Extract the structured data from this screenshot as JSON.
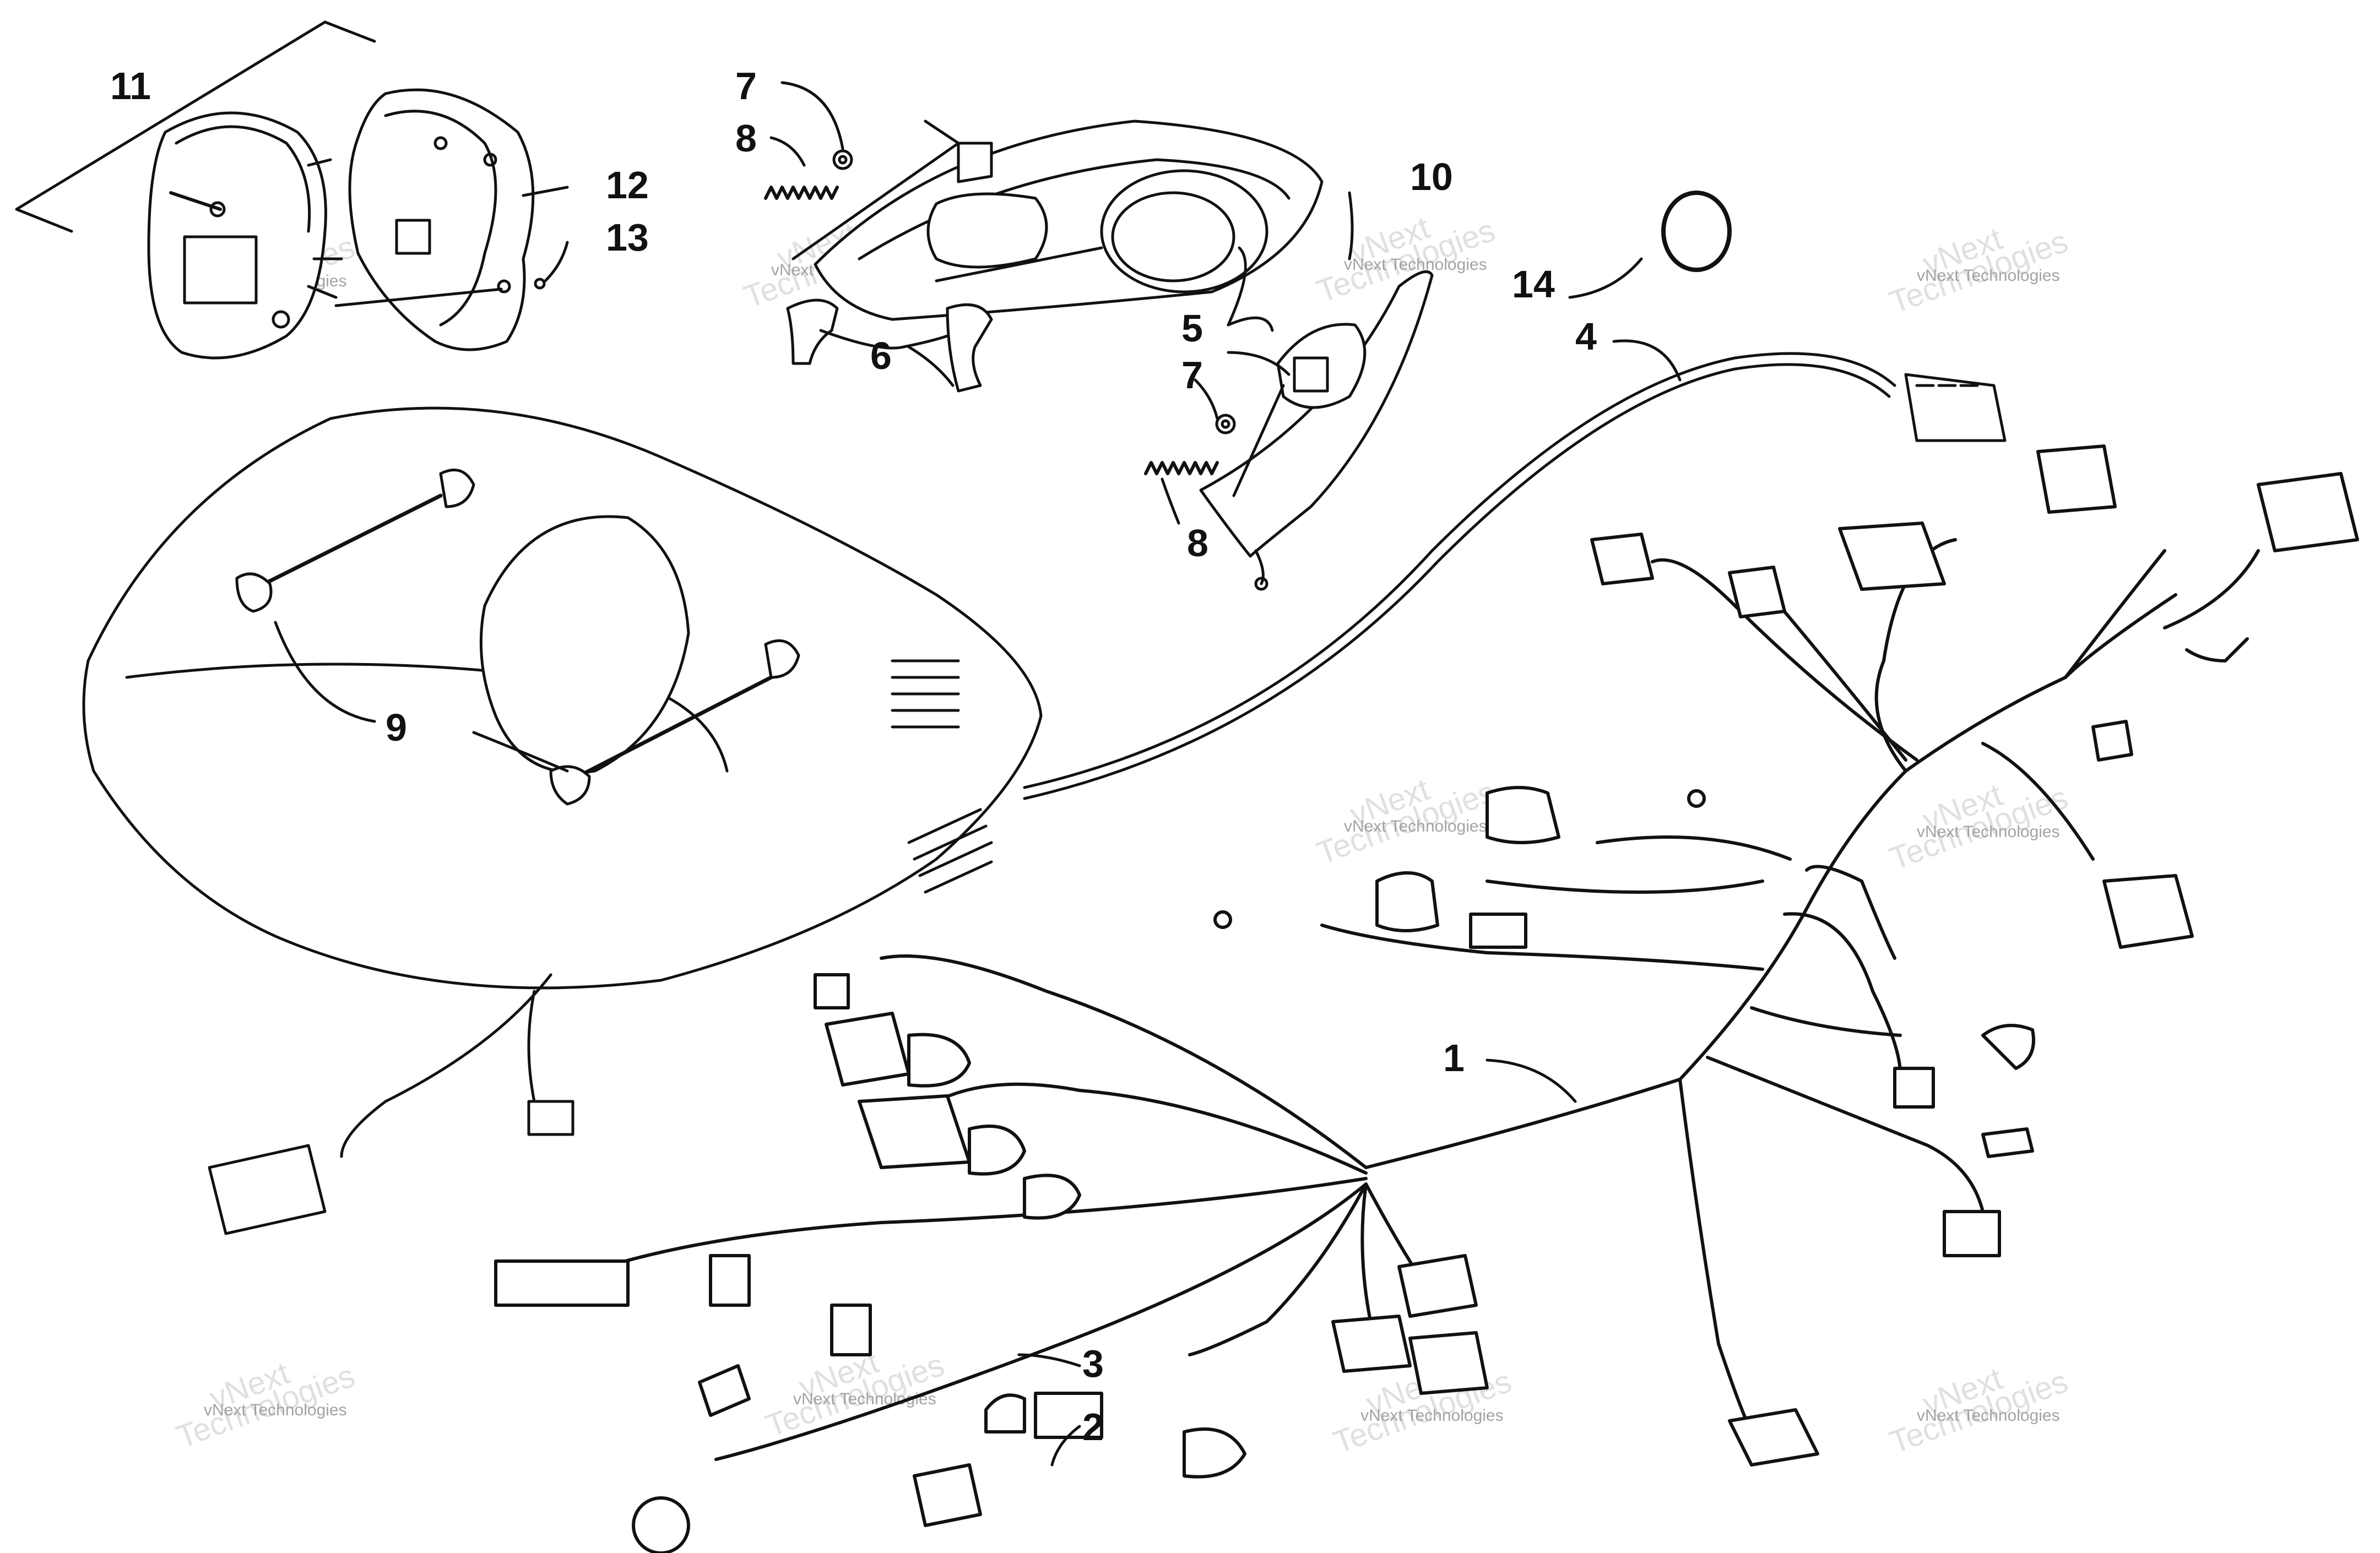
{
  "diagram": {
    "callouts": [
      {
        "id": "1",
        "label": "1"
      },
      {
        "id": "2",
        "label": "2"
      },
      {
        "id": "3",
        "label": "3"
      },
      {
        "id": "4",
        "label": "4"
      },
      {
        "id": "5",
        "label": "5"
      },
      {
        "id": "6",
        "label": "6"
      },
      {
        "id": "7a",
        "label": "7"
      },
      {
        "id": "7b",
        "label": "7"
      },
      {
        "id": "8a",
        "label": "8"
      },
      {
        "id": "8b",
        "label": "8"
      },
      {
        "id": "9",
        "label": "9"
      },
      {
        "id": "10",
        "label": "10"
      },
      {
        "id": "11",
        "label": "11"
      },
      {
        "id": "12",
        "label": "12"
      },
      {
        "id": "13",
        "label": "13"
      },
      {
        "id": "14",
        "label": "14"
      }
    ],
    "watermark": {
      "line1": "vNext Technologies",
      "big_line1": "vNext",
      "big_line2": "Technologies"
    }
  }
}
